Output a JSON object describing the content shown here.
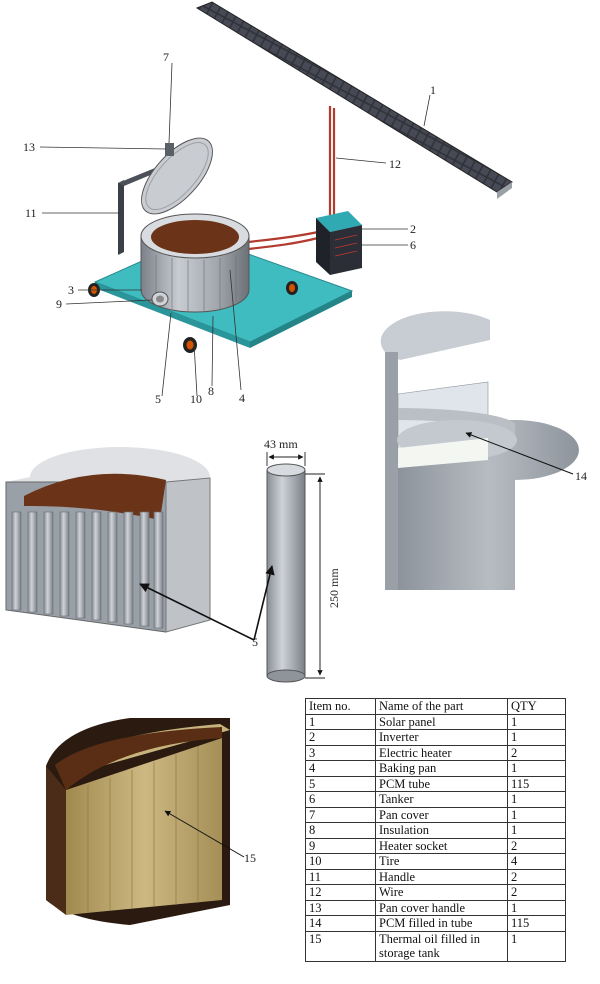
{
  "callouts": {
    "n1": "1",
    "n2": "2",
    "n3": "3",
    "n4": "4",
    "n5": "5",
    "n6": "6",
    "n7": "7",
    "n8": "8",
    "n9": "9",
    "n10": "10",
    "n11": "11",
    "n12": "12",
    "n13": "13",
    "n14": "14",
    "n5b": "5",
    "n15": "15"
  },
  "dimensions": {
    "diameter": "43 mm",
    "length": "250 mm"
  },
  "table": {
    "headers": [
      "Item no.",
      "Name of the part",
      "QTY"
    ],
    "rows": [
      [
        "1",
        "Solar panel",
        "1"
      ],
      [
        "2",
        "Inverter",
        "1"
      ],
      [
        "3",
        "Electric heater",
        "2"
      ],
      [
        "4",
        "Baking pan",
        "1"
      ],
      [
        "5",
        "PCM tube",
        "115"
      ],
      [
        "6",
        "Tanker",
        "1"
      ],
      [
        "7",
        "Pan cover",
        "1"
      ],
      [
        "8",
        "Insulation",
        "1"
      ],
      [
        "9",
        "Heater socket",
        "2"
      ],
      [
        "10",
        "Tire",
        "4"
      ],
      [
        "11",
        "Handle",
        "2"
      ],
      [
        "12",
        "Wire",
        "2"
      ],
      [
        "13",
        "Pan cover handle",
        "1"
      ],
      [
        "14",
        "PCM filled in tube",
        "115"
      ],
      [
        "15",
        "Thermal oil filled in storage tank",
        "1"
      ]
    ]
  },
  "colors": {
    "base": "#3fbcc0",
    "panel": "#3a3d46",
    "wire": "#b23a2e",
    "oil": "#6b3418",
    "tank": "#a4a7ad",
    "pcm": "#c7b47c"
  }
}
